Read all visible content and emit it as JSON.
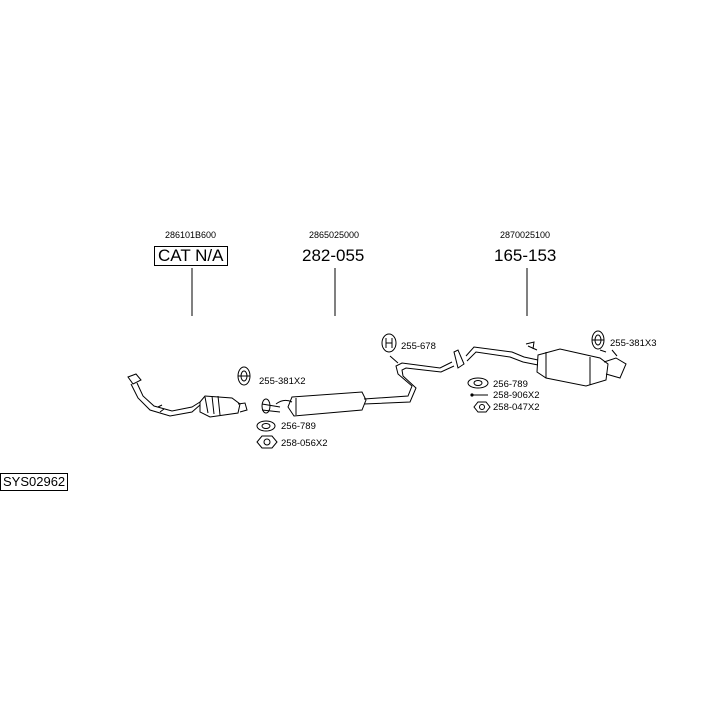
{
  "system_code": "SYS02962",
  "sections": [
    {
      "oe_number": "286101B600",
      "part_number": "CAT N/A",
      "boxed": true
    },
    {
      "oe_number": "2865025000",
      "part_number": "282-055",
      "boxed": false
    },
    {
      "oe_number": "2870025100",
      "part_number": "165-153",
      "boxed": false
    }
  ],
  "accessories": {
    "front_rubber": "255-381X2",
    "front_gasket": "256-789",
    "front_nut": "258-056X2",
    "mid_hanger": "255-678",
    "rear_gasket": "256-789",
    "rear_bolt": "258-906X2",
    "rear_nut": "258-047X2",
    "rear_rubber": "255-381X3"
  }
}
